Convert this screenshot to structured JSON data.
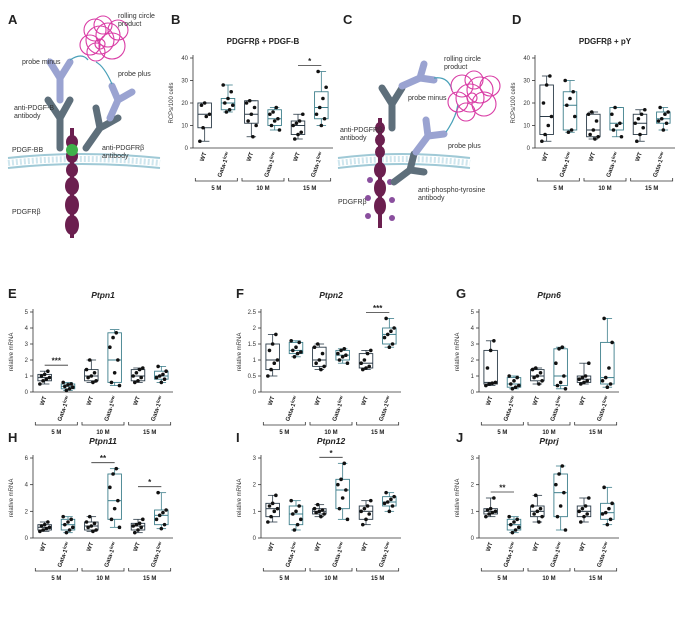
{
  "panel_letters": [
    "A",
    "B",
    "C",
    "D",
    "E",
    "F",
    "G",
    "H",
    "I",
    "J"
  ],
  "diagram_A": {
    "labels": {
      "rcp": "rolling circle product",
      "probe_minus": "probe minus",
      "probe_plus": "probe plus",
      "anti_pdgfb": "anti-PDGF-B antibody",
      "anti_pdgfrb": "anti-PDGFRβ antibody",
      "pdgf_bb": "PDGF-BB",
      "pdgfrb": "PDGFRβ"
    }
  },
  "diagram_C": {
    "labels": {
      "rcp": "rolling circle product",
      "probe_minus": "probe minus",
      "probe_plus": "probe plus",
      "anti_pdgfrb": "anti-PDGFRβ antibody",
      "anti_ptyr": "anti-phospho-tyrosine antibody",
      "pdgfrb": "PDGFRβ"
    }
  },
  "colors": {
    "wt": "#2b3b48",
    "gata": "#3e7f8c",
    "dot": "#111111",
    "receptor": "#6b1f4f",
    "antibody": "#5e6f7b",
    "probe": "#9aa3d1",
    "rcp": "#d93ca5"
  },
  "chart_data": [
    {
      "id": "B",
      "type": "box",
      "title": "PDGFRβ + PDGF-B",
      "title_italic": false,
      "ylabel": "RCPs/100 cells",
      "ylim": [
        0,
        40
      ],
      "yticks": [
        0,
        10,
        20,
        30,
        40
      ],
      "categories": [
        "WT",
        "Gata-1low",
        "WT",
        "Gata-1low",
        "WT",
        "Gata-1low"
      ],
      "groups": [
        "5 M",
        "10 M",
        "15 M"
      ],
      "boxes": [
        {
          "min": 3,
          "q1": 9,
          "median": 15,
          "q3": 20,
          "max": 20,
          "points": [
            3,
            9,
            14,
            15,
            19,
            20
          ]
        },
        {
          "min": 16,
          "q1": 17,
          "median": 20,
          "q3": 22,
          "max": 28,
          "points": [
            16,
            17,
            19,
            20,
            22,
            25,
            28
          ]
        },
        {
          "min": 5,
          "q1": 11,
          "median": 15,
          "q3": 21,
          "max": 21,
          "points": [
            5,
            10,
            12,
            15,
            18,
            20,
            21
          ]
        },
        {
          "min": 8,
          "q1": 10,
          "median": 13,
          "q3": 17,
          "max": 18,
          "points": [
            8,
            10,
            12,
            13,
            15,
            16,
            18
          ]
        },
        {
          "min": 4,
          "q1": 6,
          "median": 10,
          "q3": 12,
          "max": 15,
          "points": [
            4,
            6,
            7,
            10,
            11,
            12,
            15
          ]
        },
        {
          "min": 10,
          "q1": 13,
          "median": 18,
          "q3": 25,
          "max": 34,
          "points": [
            10,
            13,
            15,
            18,
            22,
            27,
            34
          ]
        }
      ],
      "significance": [
        {
          "from": 4,
          "to": 5,
          "label": "*"
        }
      ]
    },
    {
      "id": "D",
      "type": "box",
      "title": "PDGFRβ + pY",
      "title_italic": false,
      "ylabel": "RCPs/100 cells",
      "ylim": [
        0,
        40
      ],
      "yticks": [
        0,
        10,
        20,
        30,
        40
      ],
      "categories": [
        "WT",
        "Gata-1low",
        "WT",
        "Gata-1low",
        "WT",
        "Gata-1low"
      ],
      "groups": [
        "5 M",
        "10 M",
        "15 M"
      ],
      "boxes": [
        {
          "min": 3,
          "q1": 6,
          "median": 14,
          "q3": 28,
          "max": 32,
          "points": [
            3,
            6,
            10,
            14,
            20,
            28,
            32
          ]
        },
        {
          "min": 7,
          "q1": 8,
          "median": 19,
          "q3": 25,
          "max": 30,
          "points": [
            7,
            8,
            14,
            19,
            22,
            25,
            30
          ]
        },
        {
          "min": 4,
          "q1": 5,
          "median": 8,
          "q3": 15,
          "max": 16,
          "points": [
            4,
            5,
            6,
            8,
            12,
            15,
            16
          ]
        },
        {
          "min": 5,
          "q1": 8,
          "median": 11,
          "q3": 18,
          "max": 18,
          "points": [
            5,
            8,
            10,
            11,
            15,
            18
          ]
        },
        {
          "min": 3,
          "q1": 6,
          "median": 11,
          "q3": 15,
          "max": 17,
          "points": [
            3,
            6,
            9,
            11,
            13,
            15,
            17
          ]
        },
        {
          "min": 8,
          "q1": 11,
          "median": 13,
          "q3": 16,
          "max": 18,
          "points": [
            8,
            11,
            12,
            13,
            15,
            16,
            18
          ]
        }
      ],
      "significance": []
    },
    {
      "id": "E",
      "type": "box",
      "title": "Ptpn1",
      "title_italic": true,
      "ylabel": "relative mRNA",
      "ylim": [
        0,
        5
      ],
      "yticks": [
        0,
        1,
        2,
        3,
        4,
        5
      ],
      "categories": [
        "WT",
        "Gata-1low",
        "WT",
        "Gata-1low",
        "WT",
        "Gata-1low"
      ],
      "groups": [
        "5 M",
        "10 M",
        "15 M"
      ],
      "boxes": [
        {
          "min": 0.5,
          "q1": 0.7,
          "median": 0.9,
          "q3": 1.1,
          "max": 1.3,
          "points": [
            0.5,
            0.7,
            0.8,
            0.9,
            1.0,
            1.1,
            1.3
          ]
        },
        {
          "min": 0.1,
          "q1": 0.2,
          "median": 0.35,
          "q3": 0.5,
          "max": 0.6,
          "points": [
            0.1,
            0.2,
            0.3,
            0.35,
            0.45,
            0.5,
            0.6
          ]
        },
        {
          "min": 0.6,
          "q1": 0.7,
          "median": 1.0,
          "q3": 1.4,
          "max": 2.0,
          "points": [
            0.6,
            0.7,
            0.9,
            1.0,
            1.2,
            1.4,
            2.0
          ]
        },
        {
          "min": 0.4,
          "q1": 0.6,
          "median": 2.0,
          "q3": 3.7,
          "max": 3.9,
          "points": [
            0.4,
            0.6,
            1.2,
            2.0,
            2.8,
            3.4,
            3.7
          ]
        },
        {
          "min": 0.6,
          "q1": 0.7,
          "median": 1.0,
          "q3": 1.4,
          "max": 1.5,
          "points": [
            0.6,
            0.7,
            0.9,
            1.0,
            1.2,
            1.4,
            1.5
          ]
        },
        {
          "min": 0.6,
          "q1": 0.8,
          "median": 1.0,
          "q3": 1.3,
          "max": 1.6,
          "points": [
            0.6,
            0.8,
            0.9,
            1.0,
            1.1,
            1.3,
            1.6
          ]
        }
      ],
      "significance": [
        {
          "from": 0,
          "to": 1,
          "label": "***"
        }
      ]
    },
    {
      "id": "F",
      "type": "box",
      "title": "Ptpn2",
      "title_italic": true,
      "ylabel": "relative mRNA",
      "ylim": [
        0,
        2.5
      ],
      "yticks": [
        0,
        0.5,
        1.0,
        1.5,
        2.0,
        2.5
      ],
      "categories": [
        "WT",
        "Gata-1low",
        "WT",
        "Gata-1low",
        "WT",
        "Gata-1low"
      ],
      "groups": [
        "5 M",
        "10 M",
        "15 M"
      ],
      "boxes": [
        {
          "min": 0.5,
          "q1": 0.7,
          "median": 1.0,
          "q3": 1.5,
          "max": 1.8,
          "points": [
            0.5,
            0.7,
            0.9,
            1.0,
            1.3,
            1.5,
            1.8
          ]
        },
        {
          "min": 1.1,
          "q1": 1.2,
          "median": 1.3,
          "q3": 1.55,
          "max": 1.6,
          "points": [
            1.1,
            1.2,
            1.25,
            1.3,
            1.4,
            1.55,
            1.6
          ]
        },
        {
          "min": 0.7,
          "q1": 0.8,
          "median": 1.0,
          "q3": 1.4,
          "max": 1.5,
          "points": [
            0.7,
            0.8,
            0.9,
            1.0,
            1.2,
            1.4,
            1.5
          ]
        },
        {
          "min": 0.9,
          "q1": 1.0,
          "median": 1.15,
          "q3": 1.3,
          "max": 1.35,
          "points": [
            0.9,
            1.0,
            1.1,
            1.15,
            1.2,
            1.3,
            1.35
          ]
        },
        {
          "min": 0.7,
          "q1": 0.75,
          "median": 0.9,
          "q3": 1.2,
          "max": 1.3,
          "points": [
            0.7,
            0.75,
            0.8,
            0.9,
            1.0,
            1.2,
            1.3
          ]
        },
        {
          "min": 1.4,
          "q1": 1.5,
          "median": 1.8,
          "q3": 2.0,
          "max": 2.3,
          "points": [
            1.4,
            1.5,
            1.7,
            1.8,
            1.9,
            2.0,
            2.3
          ]
        }
      ],
      "significance": [
        {
          "from": 4,
          "to": 5,
          "label": "***"
        }
      ]
    },
    {
      "id": "G",
      "type": "box",
      "title": "Ptpn6",
      "title_italic": true,
      "ylabel": "relative mRNA",
      "ylim": [
        0,
        5
      ],
      "yticks": [
        0,
        1,
        2,
        3,
        4,
        5
      ],
      "categories": [
        "WT",
        "Gata-1low",
        "WT",
        "Gata-1low",
        "WT",
        "Gata-1low"
      ],
      "groups": [
        "5 M",
        "10 M",
        "15 M"
      ],
      "boxes": [
        {
          "min": 0.4,
          "q1": 0.5,
          "median": 0.6,
          "q3": 2.6,
          "max": 3.2,
          "points": [
            0.4,
            0.5,
            0.55,
            0.6,
            1.5,
            2.6,
            3.2
          ]
        },
        {
          "min": 0.2,
          "q1": 0.3,
          "median": 0.5,
          "q3": 0.9,
          "max": 1.0,
          "points": [
            0.2,
            0.3,
            0.4,
            0.5,
            0.7,
            0.9,
            1.0
          ]
        },
        {
          "min": 0.5,
          "q1": 0.7,
          "median": 1.0,
          "q3": 1.4,
          "max": 1.5,
          "points": [
            0.5,
            0.7,
            0.9,
            1.0,
            1.2,
            1.4,
            1.5
          ]
        },
        {
          "min": 0.2,
          "q1": 0.4,
          "median": 1.0,
          "q3": 2.7,
          "max": 2.8,
          "points": [
            0.2,
            0.4,
            0.6,
            1.0,
            1.8,
            2.7,
            2.8
          ]
        },
        {
          "min": 0.5,
          "q1": 0.6,
          "median": 0.8,
          "q3": 1.0,
          "max": 1.8,
          "points": [
            0.5,
            0.6,
            0.7,
            0.8,
            0.9,
            1.0,
            1.8
          ]
        },
        {
          "min": 0.3,
          "q1": 0.5,
          "median": 0.9,
          "q3": 3.1,
          "max": 4.6,
          "points": [
            0.3,
            0.5,
            0.7,
            0.9,
            1.5,
            3.1,
            4.6
          ]
        }
      ],
      "significance": []
    },
    {
      "id": "H",
      "type": "box",
      "title": "Ptpn11",
      "title_italic": true,
      "ylabel": "relative mRNA",
      "ylim": [
        0,
        6
      ],
      "yticks": [
        0,
        2,
        4,
        6
      ],
      "categories": [
        "WT",
        "Gata-1low",
        "WT",
        "Gata-1low",
        "WT",
        "Gata-1low"
      ],
      "groups": [
        "5 M",
        "10 M",
        "15 M"
      ],
      "boxes": [
        {
          "min": 0.5,
          "q1": 0.6,
          "median": 0.8,
          "q3": 1.0,
          "max": 1.2,
          "points": [
            0.5,
            0.6,
            0.7,
            0.8,
            0.9,
            1.0,
            1.2
          ]
        },
        {
          "min": 0.4,
          "q1": 0.6,
          "median": 1.0,
          "q3": 1.4,
          "max": 1.6,
          "points": [
            0.4,
            0.6,
            0.8,
            1.0,
            1.2,
            1.4,
            1.6
          ]
        },
        {
          "min": 0.5,
          "q1": 0.6,
          "median": 0.9,
          "q3": 1.2,
          "max": 1.6,
          "points": [
            0.5,
            0.6,
            0.8,
            0.9,
            1.1,
            1.2,
            1.6
          ]
        },
        {
          "min": 0.8,
          "q1": 1.4,
          "median": 2.8,
          "q3": 4.8,
          "max": 5.2,
          "points": [
            0.8,
            1.4,
            2.2,
            2.8,
            3.8,
            4.8,
            5.2
          ]
        },
        {
          "min": 0.4,
          "q1": 0.6,
          "median": 0.9,
          "q3": 1.1,
          "max": 1.4,
          "points": [
            0.4,
            0.6,
            0.8,
            0.9,
            1.0,
            1.1,
            1.4
          ]
        },
        {
          "min": 0.7,
          "q1": 1.0,
          "median": 1.7,
          "q3": 2.1,
          "max": 3.4,
          "points": [
            0.7,
            1.0,
            1.4,
            1.7,
            1.9,
            2.1,
            3.4
          ]
        }
      ],
      "significance": [
        {
          "from": 2,
          "to": 3,
          "label": "**"
        },
        {
          "from": 4,
          "to": 5,
          "label": "*"
        }
      ]
    },
    {
      "id": "I",
      "type": "box",
      "title": "Ptpn12",
      "title_italic": true,
      "ylabel": "relative mRNA",
      "ylim": [
        0,
        3
      ],
      "yticks": [
        0,
        1,
        2,
        3
      ],
      "categories": [
        "WT",
        "Gata-1low",
        "WT",
        "Gata-1low",
        "WT",
        "Gata-1low"
      ],
      "groups": [
        "5 M",
        "10 M",
        "15 M"
      ],
      "boxes": [
        {
          "min": 0.6,
          "q1": 0.8,
          "median": 1.1,
          "q3": 1.3,
          "max": 1.6,
          "points": [
            0.6,
            0.8,
            1.0,
            1.1,
            1.2,
            1.3,
            1.6
          ]
        },
        {
          "min": 0.3,
          "q1": 0.5,
          "median": 0.9,
          "q3": 1.2,
          "max": 1.4,
          "points": [
            0.3,
            0.5,
            0.7,
            0.9,
            1.0,
            1.2,
            1.4
          ]
        },
        {
          "min": 0.8,
          "q1": 0.9,
          "median": 1.0,
          "q3": 1.1,
          "max": 1.25,
          "points": [
            0.8,
            0.9,
            0.95,
            1.0,
            1.05,
            1.1,
            1.25
          ]
        },
        {
          "min": 0.7,
          "q1": 1.1,
          "median": 1.8,
          "q3": 2.2,
          "max": 2.8,
          "points": [
            0.7,
            1.1,
            1.5,
            1.8,
            2.0,
            2.2,
            2.8
          ]
        },
        {
          "min": 0.5,
          "q1": 0.7,
          "median": 1.0,
          "q3": 1.2,
          "max": 1.4,
          "points": [
            0.5,
            0.7,
            0.9,
            1.0,
            1.1,
            1.2,
            1.4
          ]
        },
        {
          "min": 1.0,
          "q1": 1.2,
          "median": 1.35,
          "q3": 1.55,
          "max": 1.7,
          "points": [
            1.0,
            1.2,
            1.3,
            1.35,
            1.45,
            1.55,
            1.7
          ]
        }
      ],
      "significance": [
        {
          "from": 2,
          "to": 3,
          "label": "*"
        }
      ]
    },
    {
      "id": "J",
      "type": "box",
      "title": "Ptprj",
      "title_italic": true,
      "ylabel": "relative mRNA",
      "ylim": [
        0,
        3
      ],
      "yticks": [
        0,
        1,
        2,
        3
      ],
      "categories": [
        "WT",
        "Gata-1low",
        "WT",
        "Gata-1low",
        "WT",
        "Gata-1low"
      ],
      "groups": [
        "5 M",
        "10 M",
        "15 M"
      ],
      "boxes": [
        {
          "min": 0.8,
          "q1": 0.9,
          "median": 1.0,
          "q3": 1.1,
          "max": 1.5,
          "points": [
            0.8,
            0.9,
            0.95,
            1.0,
            1.05,
            1.1,
            1.5
          ]
        },
        {
          "min": 0.2,
          "q1": 0.3,
          "median": 0.5,
          "q3": 0.7,
          "max": 0.8,
          "points": [
            0.2,
            0.3,
            0.4,
            0.5,
            0.6,
            0.7,
            0.8
          ]
        },
        {
          "min": 0.6,
          "q1": 0.8,
          "median": 1.0,
          "q3": 1.2,
          "max": 1.6,
          "points": [
            0.6,
            0.8,
            0.9,
            1.0,
            1.1,
            1.2,
            1.6
          ]
        },
        {
          "min": 0.3,
          "q1": 0.8,
          "median": 1.7,
          "q3": 2.4,
          "max": 2.7,
          "points": [
            0.3,
            0.8,
            1.2,
            1.7,
            2.0,
            2.4,
            2.7
          ]
        },
        {
          "min": 0.6,
          "q1": 0.8,
          "median": 1.0,
          "q3": 1.2,
          "max": 1.5,
          "points": [
            0.6,
            0.8,
            0.9,
            1.0,
            1.1,
            1.2,
            1.5
          ]
        },
        {
          "min": 0.5,
          "q1": 0.7,
          "median": 0.95,
          "q3": 1.3,
          "max": 1.9,
          "points": [
            0.5,
            0.7,
            0.9,
            0.95,
            1.1,
            1.3,
            1.9
          ]
        }
      ],
      "significance": [
        {
          "from": 0,
          "to": 1,
          "label": "**"
        }
      ]
    }
  ]
}
